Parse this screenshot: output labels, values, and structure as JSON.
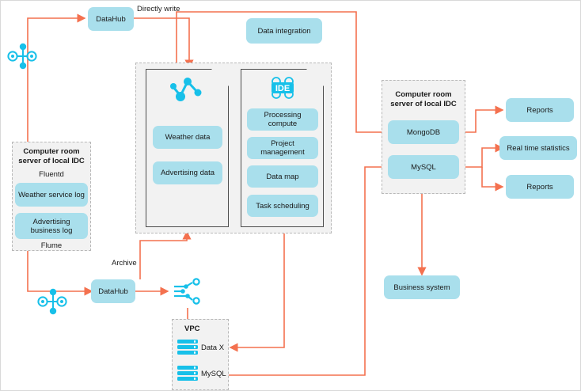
{
  "diagram": {
    "accent_line_color": "#f4714f",
    "node_fill": "#a9dfec",
    "group_fill": "#f2f2f2",
    "icon_color": "#17c0e9",
    "doc_border": "#4d4d4d"
  },
  "nodes": {
    "datahub_top": "DataHub",
    "datahub_bottom": "DataHub",
    "data_integration": "Data integration",
    "weather_data": "Weather data",
    "advertising_data": "Advertising data",
    "processing_compute": "Processing compute",
    "project_management": "Project management",
    "data_map": "Data map",
    "task_scheduling": "Task scheduling",
    "mongodb": "MongoDB",
    "mysql_right": "MySQL",
    "reports_top": "Reports",
    "real_time_statistics": "Real time statistics",
    "reports_bottom": "Reports",
    "business_system": "Business system",
    "weather_service_log": "Weather service log",
    "advertising_business_log": "Advertising business log",
    "vpc_data_x": "Data X",
    "vpc_mysql": "MySQL"
  },
  "groups": {
    "idc_left": "Computer room\nserver of local IDC",
    "idc_left_line1": "Computer room",
    "idc_left_line2": "server of local IDC",
    "idc_right_line1": "Computer room",
    "idc_right_line2": "server of local IDC",
    "vpc": "VPC"
  },
  "edge_labels": {
    "directly_write": "Directly write",
    "archive": "Archive",
    "fluentd": "Fluentd",
    "flume": "Flume"
  },
  "icons": {
    "cluster_top": "cluster-nodes-icon",
    "cluster_bottom": "cluster-nodes-icon",
    "graph_doc": "data-graph-icon",
    "ide_doc": "ide-icon",
    "ide_text": "IDE",
    "circuit": "circuit-branch-icon",
    "server_data_x": "server-stack-icon",
    "server_mysql": "server-stack-icon"
  }
}
